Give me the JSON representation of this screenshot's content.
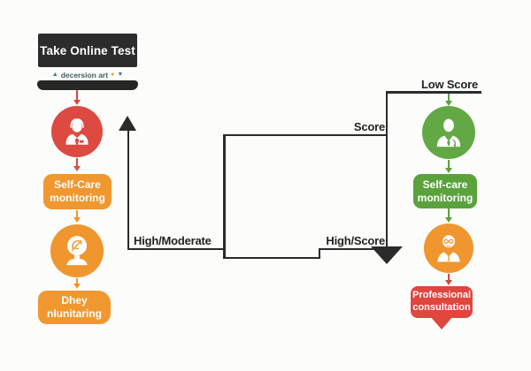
{
  "title": {
    "label": "Take Online Test"
  },
  "watermark": {
    "up": "▲",
    "text": "decersion art",
    "dot": "●",
    "down": "▼"
  },
  "flow_labels": {
    "low_score": "Low Score",
    "score": "Score",
    "high_moderate": "High/Moderate",
    "high_score": "High/Score"
  },
  "left_branch": {
    "selfcare_box": {
      "line1": "Self-Care",
      "line2": "monitoring"
    },
    "monitoring_box": {
      "line1": "Dhey",
      "line2": "nlunitaring"
    }
  },
  "right_branch": {
    "selfcare_box": {
      "line1": "Self-care",
      "line2": "monitoring"
    },
    "consultation_box": {
      "line1": "Professional",
      "line2": "consultation"
    }
  },
  "icons": {
    "left_patient": "businessman-icon",
    "left_idea": "idea-person-icon",
    "right_doctor": "doctor-icon",
    "right_professional": "professional-icon"
  },
  "colors": {
    "red": "#dc4a42",
    "orange": "#f0962e",
    "green_circle": "#62a844",
    "green_box": "#5ba23d",
    "consult_red": "#e0453e",
    "dark": "#2c2c2c",
    "line": "#2b2b2b"
  }
}
